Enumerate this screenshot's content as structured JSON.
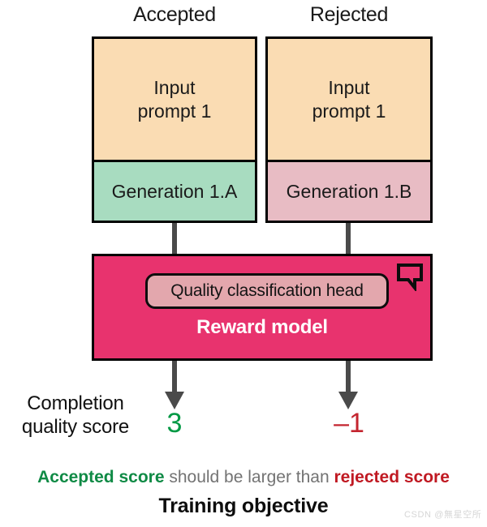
{
  "diagram": {
    "columns": [
      {
        "heading": "Accepted"
      },
      {
        "heading": "Rejected"
      }
    ],
    "samples": [
      {
        "prompt_line1": "Input",
        "prompt_line2": "prompt 1",
        "generation": "Generation 1.A",
        "generation_fill": "#a8dcc0",
        "prompt_fill": "#fadcb3"
      },
      {
        "prompt_line1": "Input",
        "prompt_line2": "prompt 1",
        "generation": "Generation 1.B",
        "generation_fill": "#e8bcc4",
        "prompt_fill": "#fadcb3"
      }
    ],
    "reward_model": {
      "head_label": "Quality classification head",
      "title": "Reward model",
      "fill": "#e8336e",
      "head_fill": "#e3a7ad",
      "icon": "speech-bubble-icon"
    },
    "scores": {
      "label_line1": "Completion",
      "label_line2": "quality score",
      "accepted_value": "3",
      "accepted_color": "#009944",
      "rejected_value": "–1",
      "rejected_color": "#c4252f"
    },
    "objective": {
      "accepted_text": "Accepted score",
      "middle_text": " should be larger than ",
      "rejected_text": "rejected score",
      "title": "Training objective",
      "accepted_color": "#0f8a45",
      "middle_color": "#737373",
      "rejected_color": "#c01922"
    },
    "watermark": "CSDN @無星空所"
  }
}
